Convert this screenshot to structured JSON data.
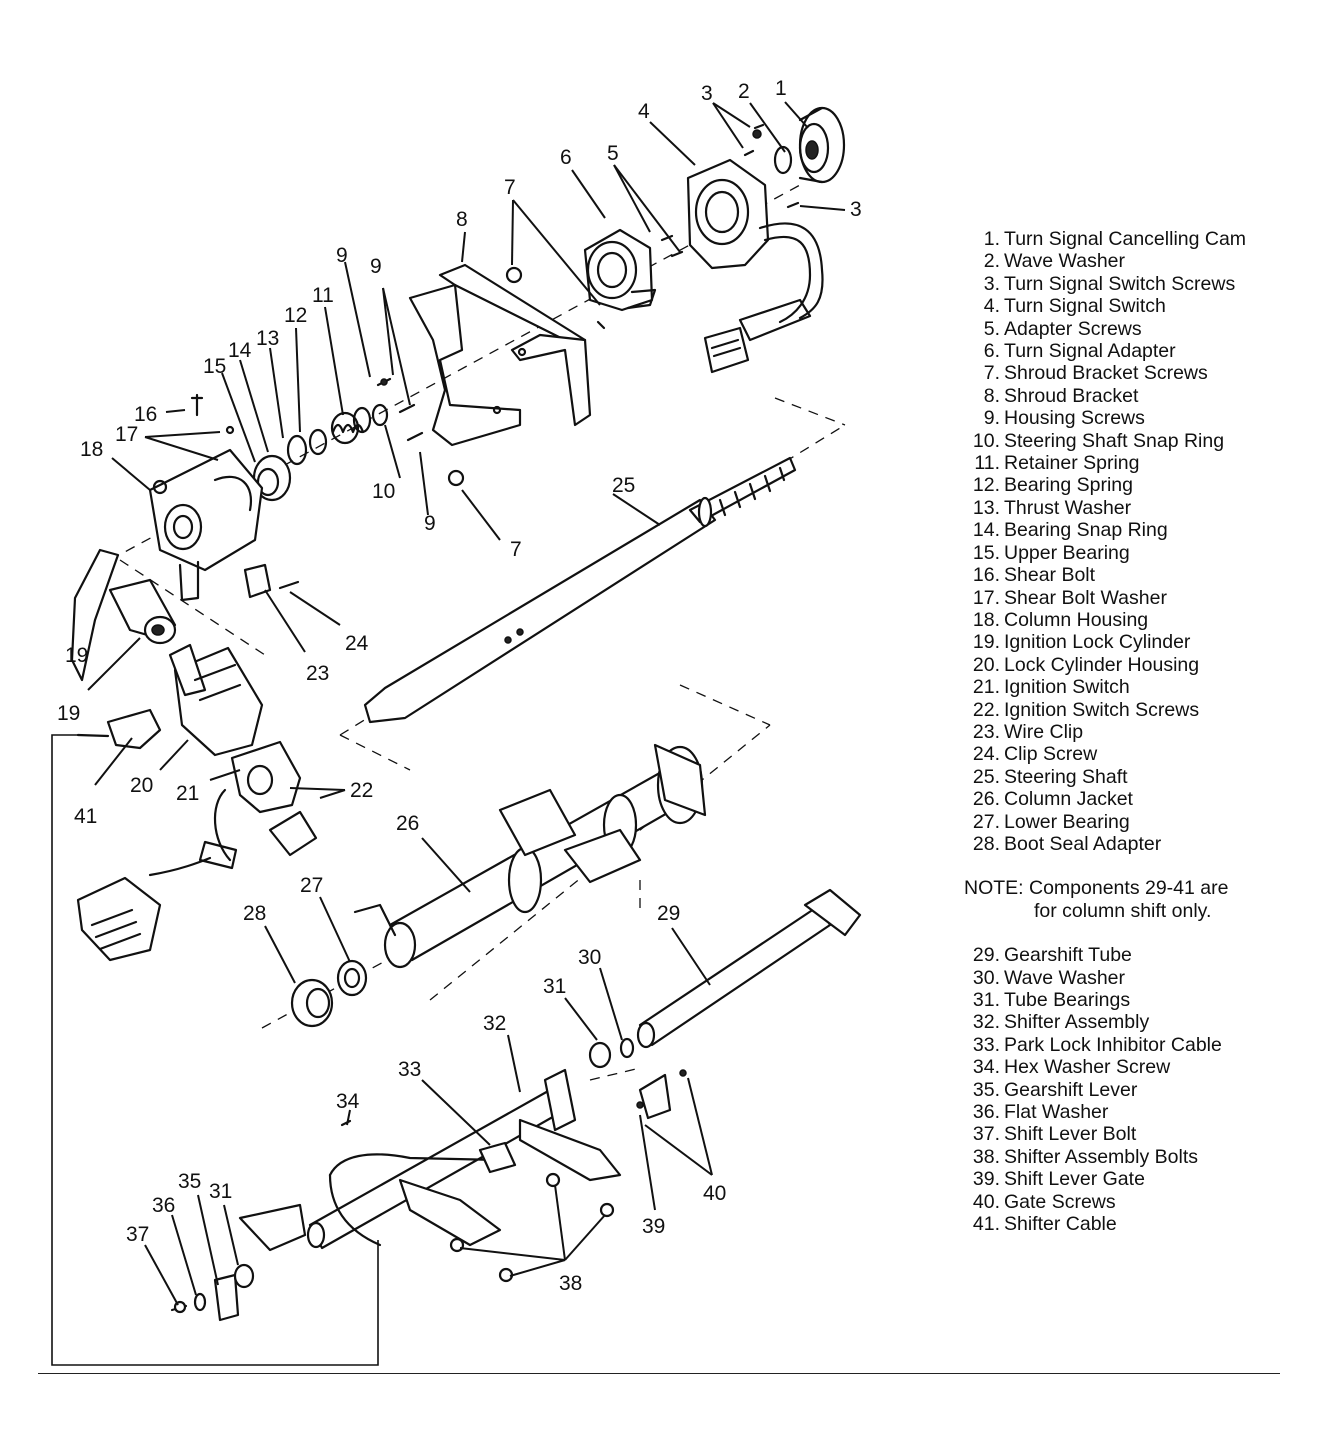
{
  "diagram": {
    "callouts": [
      "1",
      "2",
      "3",
      "3",
      "4",
      "5",
      "6",
      "7",
      "7",
      "8",
      "9",
      "9",
      "9",
      "10",
      "11",
      "12",
      "13",
      "14",
      "15",
      "16",
      "17",
      "18",
      "19",
      "19",
      "20",
      "21",
      "22",
      "23",
      "24",
      "25",
      "26",
      "27",
      "28",
      "29",
      "30",
      "31",
      "31",
      "32",
      "33",
      "34",
      "35",
      "36",
      "37",
      "38",
      "39",
      "40",
      "41"
    ]
  },
  "legend": {
    "items_a": [
      {
        "num": "1.",
        "label": "Turn Signal Cancelling Cam"
      },
      {
        "num": "2.",
        "label": "Wave Washer"
      },
      {
        "num": "3.",
        "label": "Turn Signal Switch Screws"
      },
      {
        "num": "4.",
        "label": "Turn Signal Switch"
      },
      {
        "num": "5.",
        "label": "Adapter Screws"
      },
      {
        "num": "6.",
        "label": "Turn Signal Adapter"
      },
      {
        "num": "7.",
        "label": "Shroud Bracket Screws"
      },
      {
        "num": "8.",
        "label": "Shroud Bracket"
      },
      {
        "num": "9.",
        "label": "Housing Screws"
      },
      {
        "num": "10.",
        "label": "Steering Shaft Snap Ring"
      },
      {
        "num": "11.",
        "label": "Retainer Spring"
      },
      {
        "num": "12.",
        "label": "Bearing Spring"
      },
      {
        "num": "13.",
        "label": "Thrust Washer"
      },
      {
        "num": "14.",
        "label": "Bearing Snap Ring"
      },
      {
        "num": "15.",
        "label": "Upper Bearing"
      },
      {
        "num": "16.",
        "label": "Shear Bolt"
      },
      {
        "num": "17.",
        "label": "Shear Bolt Washer"
      },
      {
        "num": "18.",
        "label": "Column Housing"
      },
      {
        "num": "19.",
        "label": "Ignition Lock Cylinder"
      },
      {
        "num": "20.",
        "label": "Lock Cylinder Housing"
      },
      {
        "num": "21.",
        "label": "Ignition Switch"
      },
      {
        "num": "22.",
        "label": "Ignition Switch Screws"
      },
      {
        "num": "23.",
        "label": "Wire Clip"
      },
      {
        "num": "24.",
        "label": "Clip Screw"
      },
      {
        "num": "25.",
        "label": "Steering Shaft"
      },
      {
        "num": "26.",
        "label": "Column Jacket"
      },
      {
        "num": "27.",
        "label": "Lower Bearing"
      },
      {
        "num": "28.",
        "label": "Boot Seal Adapter"
      }
    ],
    "note_line1": "NOTE: Components 29-41 are",
    "note_line2": "for column shift only.",
    "items_b": [
      {
        "num": "29.",
        "label": "Gearshift Tube"
      },
      {
        "num": "30.",
        "label": "Wave Washer"
      },
      {
        "num": "31.",
        "label": "Tube Bearings"
      },
      {
        "num": "32.",
        "label": "Shifter Assembly"
      },
      {
        "num": "33.",
        "label": "Park Lock Inhibitor Cable"
      },
      {
        "num": "34.",
        "label": "Hex Washer Screw"
      },
      {
        "num": "35.",
        "label": "Gearshift Lever"
      },
      {
        "num": "36.",
        "label": "Flat Washer"
      },
      {
        "num": "37.",
        "label": "Shift Lever Bolt"
      },
      {
        "num": "38.",
        "label": "Shifter Assembly Bolts"
      },
      {
        "num": "39.",
        "label": "Shift Lever Gate"
      },
      {
        "num": "40.",
        "label": "Gate Screws"
      },
      {
        "num": "41.",
        "label": "Shifter Cable"
      }
    ]
  }
}
